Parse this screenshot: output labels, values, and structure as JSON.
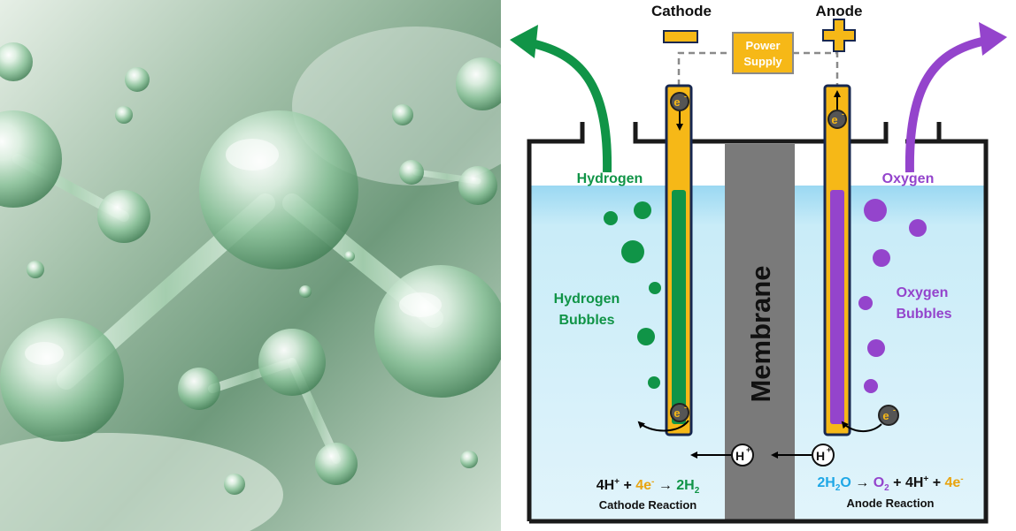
{
  "photo": {
    "icon": "water-molecule-photo",
    "colors": {
      "background": "#9fbea6",
      "sphere": "#bfe3c8"
    }
  },
  "labels": {
    "cathode": "Cathode",
    "anode": "Anode",
    "minus": "−",
    "plus": "+",
    "power_supply_line1": "Power",
    "power_supply_line2": "Supply",
    "hydrogen": "Hydrogen",
    "oxygen": "Oxygen",
    "hydrogen_bubbles_line1": "Hydrogen",
    "hydrogen_bubbles_line2": "Bubbles",
    "oxygen_bubbles_line1": "Oxygen",
    "oxygen_bubbles_line2": "Bubbles",
    "membrane": "Membrane",
    "electron": "e",
    "electron_sup": "-",
    "proton": "H",
    "proton_sup": "+"
  },
  "cathode_reaction": {
    "title": "Cathode Reaction",
    "lhs1": "4H",
    "lhs1_sup": "+",
    "plus1": " + ",
    "lhs2": "4e",
    "lhs2_sup": "-",
    "arrow": " → ",
    "rhs": "2H",
    "rhs_sub": "2"
  },
  "anode_reaction": {
    "title": "Anode Reaction",
    "lhs1": "2H",
    "lhs1_sub": "2",
    "lhs1_tail": "O",
    "arrow": " → ",
    "rhs1": "O",
    "rhs1_sub": "2",
    "plus1": " + ",
    "rhs2": "4H",
    "rhs2_sup": "+",
    "plus2": " + ",
    "rhs3": "4e",
    "rhs3_sup": "-"
  },
  "colors": {
    "hydrogen_green": "#109447",
    "oxygen_purple": "#9444cc",
    "electrode_gold": "#f6b817",
    "electrode_border": "#17274f",
    "water": "#c8ebf8",
    "water_top": "#9ad8f2",
    "membrane": "#7a7a7a",
    "water_formula_blue": "#1ea7e6",
    "electron_orange": "#e8a410"
  }
}
